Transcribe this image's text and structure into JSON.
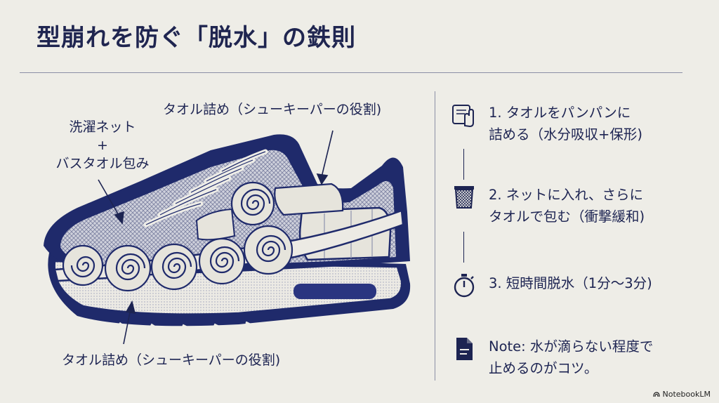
{
  "title": "型崩れを防ぐ「脱水」の鉄則",
  "illustration": {
    "callout_top": "タオル詰め（シューキーパーの役割)",
    "callout_left": {
      "line1": "洗濯ネット",
      "line2": "+",
      "line3": "バスタオル包み"
    },
    "callout_bottom": "タオル詰め（シューキーパーの役割)"
  },
  "steps": [
    {
      "icon": "hand-towel-icon",
      "line1": "1. タオルをパンパンに",
      "line2": "詰める（水分吸収+保形)"
    },
    {
      "icon": "laundry-net-icon",
      "line1": "2. ネットに入れ、さらに",
      "line2": "タオルで包む（衝撃緩和)"
    },
    {
      "icon": "stopwatch-icon",
      "line1": "3. 短時間脱水（1分〜3分)"
    }
  ],
  "note": {
    "icon": "document-icon",
    "line1": "Note: 水が滴らない程度で",
    "line2": "止めるのがコツ。"
  },
  "brand": "NotebookLM",
  "colors": {
    "navy": "#1f2a6b",
    "background": "#eeede7",
    "ink": "#1d2452"
  }
}
